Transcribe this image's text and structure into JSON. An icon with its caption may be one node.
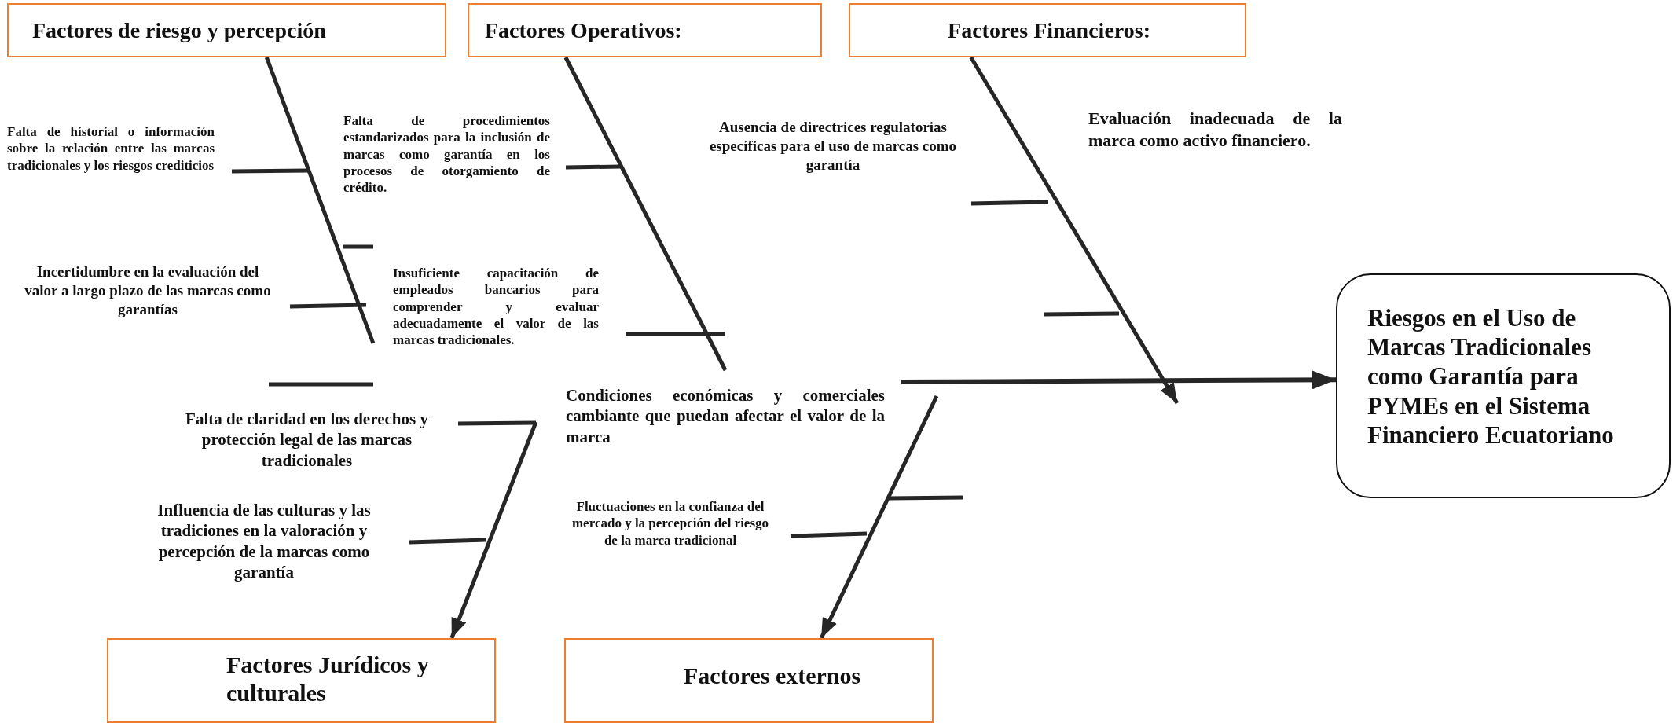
{
  "diagram": {
    "nodes": [
      {
        "text": [
          "Factores de riesgo y percepción"
        ]
      },
      {
        "text": [
          "Factores Operativos:"
        ]
      },
      {
        "text": [
          "Factores Financieros:"
        ]
      },
      {
        "text": [
          "Factores Jurídicos y culturales"
        ]
      },
      {
        "text": [
          "Factores externos"
        ]
      },
      {
        "text": [
          "Riesgos en el Uso de Marcas Tradicionales como Garantía para PYMEs en el Sistema Financiero Ecuatoriano"
        ]
      }
    ],
    "edges": [
      {
        "from": 0,
        "to": null,
        "arrow": "none"
      },
      {
        "from": 1,
        "to": null,
        "arrow": "none"
      },
      {
        "from": 2,
        "to": null,
        "arrow": "to"
      },
      {
        "from": null,
        "to": 3,
        "arrow": "to"
      },
      {
        "from": null,
        "to": 4,
        "arrow": "to"
      },
      {
        "from": null,
        "to": 5,
        "arrow": "to"
      }
    ],
    "labels": [
      "Falta de historial o información sobre la relación entre las marcas tradicionales y los riesgos crediticios",
      "Falta de procedimientos estandarizados para la inclusión de marcas como garantía en los procesos de otorgamiento de crédito.",
      "Ausencia de directrices regulatorias específicas para el uso de marcas como garantía",
      "Evaluación inadecuada de la marca como activo financiero.",
      "Incertidumbre en la evaluación del valor a largo plazo de las marcas como garantías",
      "Insuficiente capacitación de empleados bancarios para comprender y evaluar adecuadamente el valor de las marcas tradicionales.",
      "Falta de claridad en los derechos y protección legal de las marcas tradicionales",
      "Condiciones económicas y comerciales cambiante que puedan afectar el valor de la marca",
      "Influencia de las culturas y las tradiciones en la valoración y percepción de la marcas como garantía",
      "Fluctuaciones en la confianza del mercado y la percepción del riesgo de la marca tradicional"
    ]
  }
}
